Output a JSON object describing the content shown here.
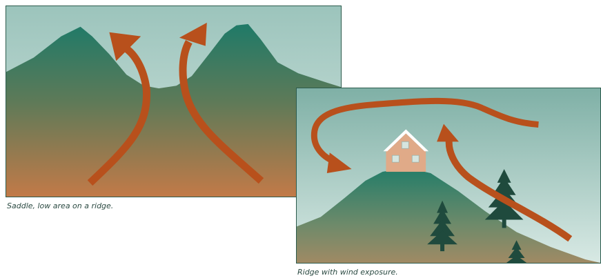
{
  "figures": [
    {
      "id": "saddle",
      "caption": "Saddle, low area on a ridge."
    },
    {
      "id": "ridge",
      "caption": "Ridge with wind exposure."
    }
  ],
  "colors": {
    "sky_top": "#9cc4bc",
    "sky_bottom": "#cfe3dd",
    "mountain_top": "#1f7a68",
    "mountain_bottom": "#c07a4a",
    "arrow": "#b8501c",
    "house": "#e0aa88",
    "tree": "#1f4a3d",
    "border": "#2b5a4c"
  }
}
